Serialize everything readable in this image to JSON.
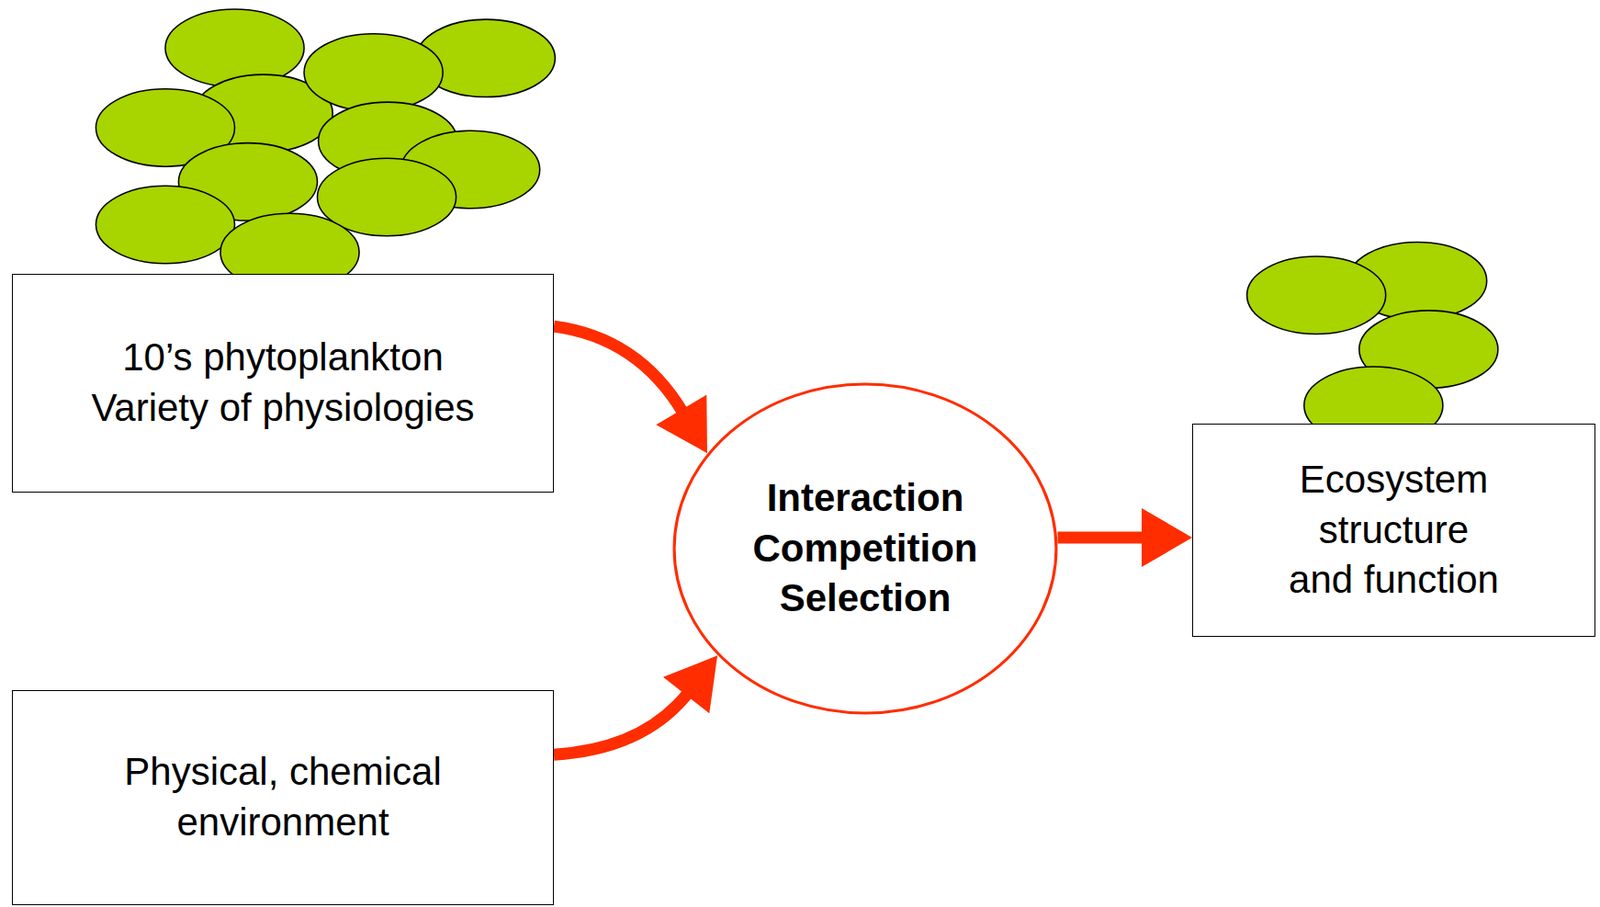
{
  "diagram": {
    "nodes": [
      {
        "text": [
          "10’s phytoplankton Variety of physiologies"
        ]
      },
      {
        "text": [
          "Physical, chemical environment"
        ]
      },
      {
        "text": [
          "Interaction Competition Selection"
        ]
      },
      {
        "text": [
          "Ecosystem structure and function"
        ]
      }
    ],
    "edges": [
      {
        "from": 0,
        "to": 2,
        "arrow": "to"
      },
      {
        "from": 1,
        "to": 2,
        "arrow": "to"
      },
      {
        "from": 2,
        "to": 3,
        "arrow": "to"
      }
    ]
  }
}
